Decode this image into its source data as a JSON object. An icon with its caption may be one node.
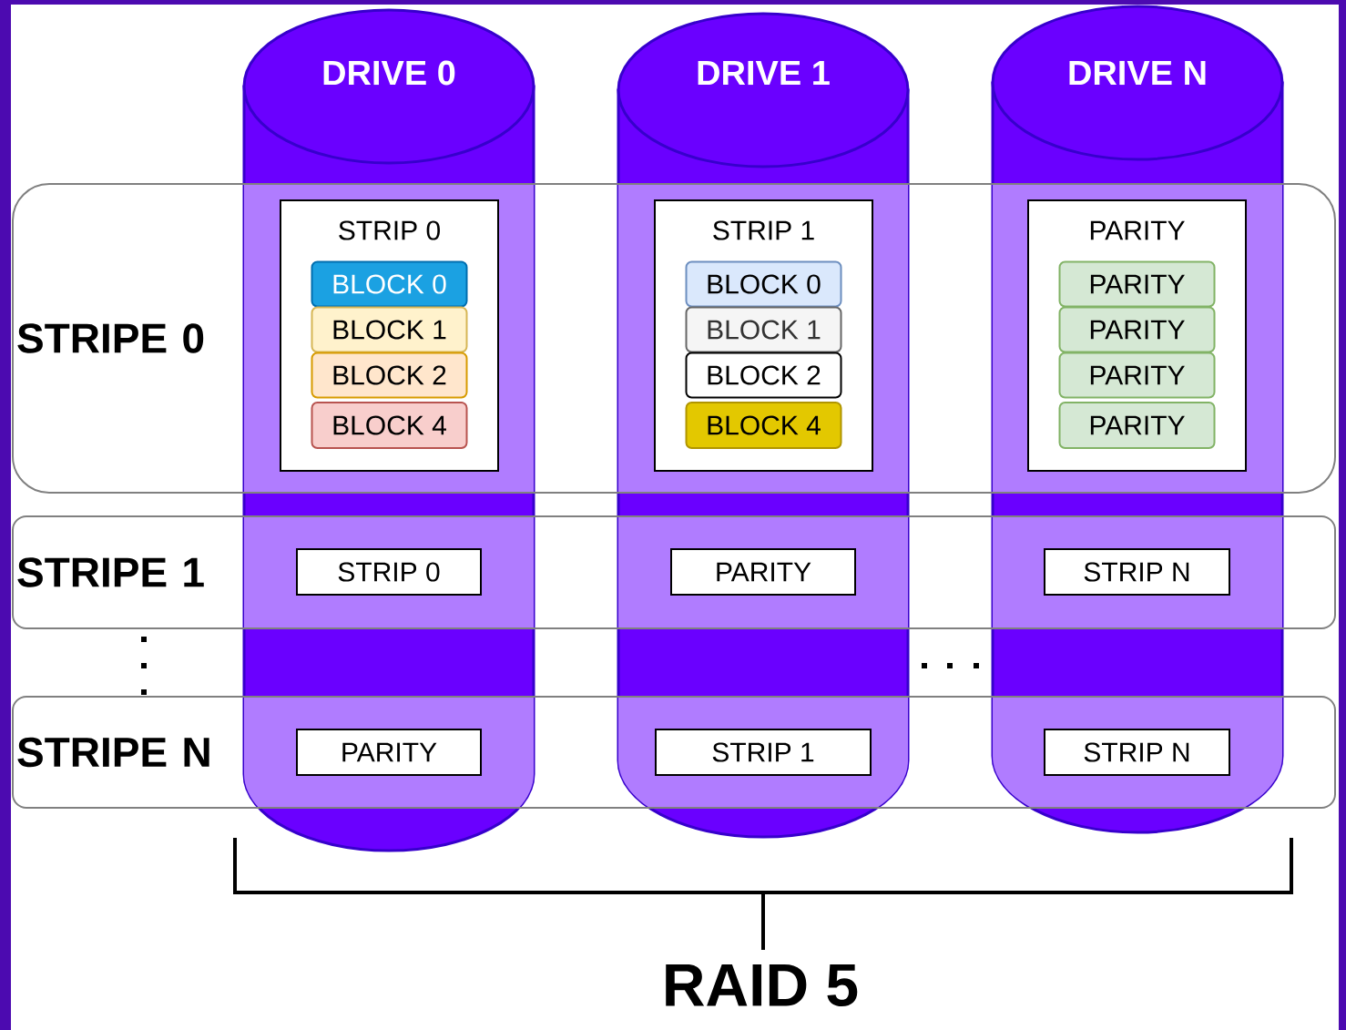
{
  "diagram": {
    "nodes": [
      {
        "text": [
          "DRIVE 0"
        ]
      },
      {
        "text": [
          "DRIVE 1"
        ]
      },
      {
        "text": [
          "DRIVE N"
        ]
      },
      {
        "text": [
          "STRIPE 0"
        ]
      },
      {
        "text": [
          "STRIPE 1"
        ]
      },
      {
        "text": [
          "STRIPE N"
        ]
      },
      {
        "text": [
          "STRIP 0"
        ]
      },
      {
        "text": [
          "BLOCK 0"
        ],
        "in": 6
      },
      {
        "text": [
          "BLOCK 1"
        ],
        "in": 6
      },
      {
        "text": [
          "BLOCK 2"
        ],
        "in": 6
      },
      {
        "text": [
          "BLOCK 4"
        ],
        "in": 6
      },
      {
        "text": [
          "STRIP 1"
        ]
      },
      {
        "text": [
          "BLOCK 0"
        ],
        "in": 11
      },
      {
        "text": [
          "BLOCK 1"
        ],
        "in": 11
      },
      {
        "text": [
          "BLOCK 2"
        ],
        "in": 11
      },
      {
        "text": [
          "BLOCK 4"
        ],
        "in": 11
      },
      {
        "text": [
          "PARITY"
        ]
      },
      {
        "text": [
          "PARITY"
        ],
        "in": 16
      },
      {
        "text": [
          "PARITY"
        ],
        "in": 16
      },
      {
        "text": [
          "PARITY"
        ],
        "in": 16
      },
      {
        "text": [
          "PARITY"
        ],
        "in": 16
      },
      {
        "text": [
          "STRIP 0"
        ]
      },
      {
        "text": [
          "PARITY"
        ]
      },
      {
        "text": [
          "STRIP N"
        ]
      },
      {
        "text": [
          "PARITY"
        ]
      },
      {
        "text": [
          "STRIP 1"
        ]
      },
      {
        "text": [
          "STRIP N"
        ]
      }
    ],
    "labels": [
      "RAID 5"
    ]
  }
}
